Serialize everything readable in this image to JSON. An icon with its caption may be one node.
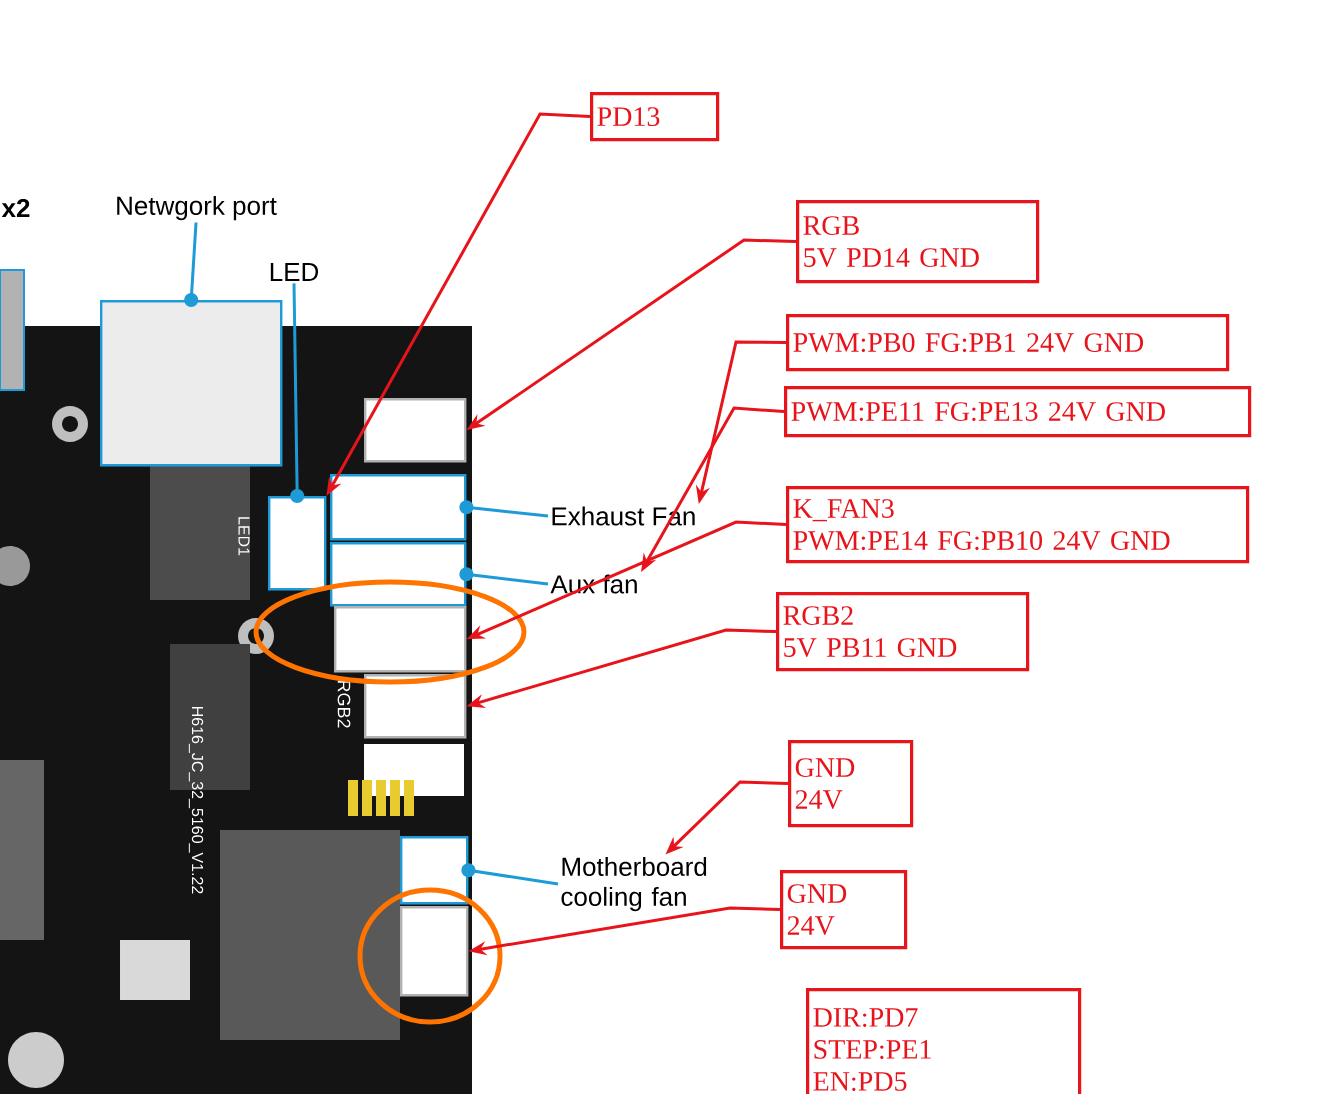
{
  "diagram": {
    "nodes": [
      {
        "text": [
          "Netwgork port"
        ]
      },
      {
        "text": [],
        "shape": "box"
      },
      {
        "text": [
          "LED"
        ]
      },
      {
        "text": [],
        "shape": "box"
      },
      {
        "text": [
          "Exhaust Fan"
        ]
      },
      {
        "text": [],
        "shape": "box"
      },
      {
        "text": [
          "Aux fan"
        ]
      },
      {
        "text": [],
        "shape": "box"
      },
      {
        "text": [
          "Motherboard cooling fan"
        ]
      },
      {
        "text": [],
        "shape": "box"
      },
      {
        "text": [
          "PD13"
        ]
      },
      {
        "text": [
          "RGB",
          "5V PD14 GND"
        ]
      },
      {
        "text": [
          "PWM:PB0 FG:PB1 24V GND"
        ]
      },
      {
        "text": [
          "PWM:PE11 FG:PE13 24V GND"
        ]
      },
      {
        "text": [
          "K_FAN3",
          "PWM:PE14 FG:PB10 24V GND"
        ]
      },
      {
        "text": [
          "RGB2",
          "5V PB11 GND"
        ]
      },
      {
        "text": [
          "GND",
          "24V"
        ]
      },
      {
        "text": [
          "GND",
          "24V"
        ]
      },
      {
        "text": [
          "DIR:PD7",
          "STEP:PE1",
          "EN:PD5"
        ]
      },
      {
        "text": [],
        "shape": "box"
      },
      {
        "text": [],
        "shape": "box"
      },
      {
        "text": [],
        "shape": "box"
      },
      {
        "text": [],
        "shape": "box"
      }
    ],
    "edges": [
      {
        "from": 0,
        "to": 1,
        "arrow": "other",
        "color": "#1e9bd7"
      },
      {
        "from": 2,
        "to": 3,
        "arrow": "other",
        "color": "#1e9bd7"
      },
      {
        "from": 4,
        "to": 5,
        "arrow": "other",
        "color": "#1e9bd7"
      },
      {
        "from": 6,
        "to": 7,
        "arrow": "other",
        "color": "#1e9bd7"
      },
      {
        "from": 8,
        "to": 9,
        "arrow": "other",
        "color": "#1e9bd7"
      },
      {
        "from": 10,
        "to": 3,
        "arrow": "to"
      },
      {
        "from": 11,
        "to": 19,
        "arrow": "to"
      },
      {
        "from": 12,
        "to": 4,
        "arrow": "to"
      },
      {
        "from": 13,
        "to": 6,
        "arrow": "to"
      },
      {
        "from": 14,
        "to": 20,
        "arrow": "to"
      },
      {
        "from": 15,
        "to": 21,
        "arrow": "to"
      },
      {
        "from": 16,
        "to": 8,
        "arrow": "to"
      },
      {
        "from": 17,
        "to": 22,
        "arrow": "to"
      }
    ],
    "labels": [
      "x2",
      "LED1",
      "RGB2",
      "H616_JC_32_5160_V1.22"
    ]
  }
}
